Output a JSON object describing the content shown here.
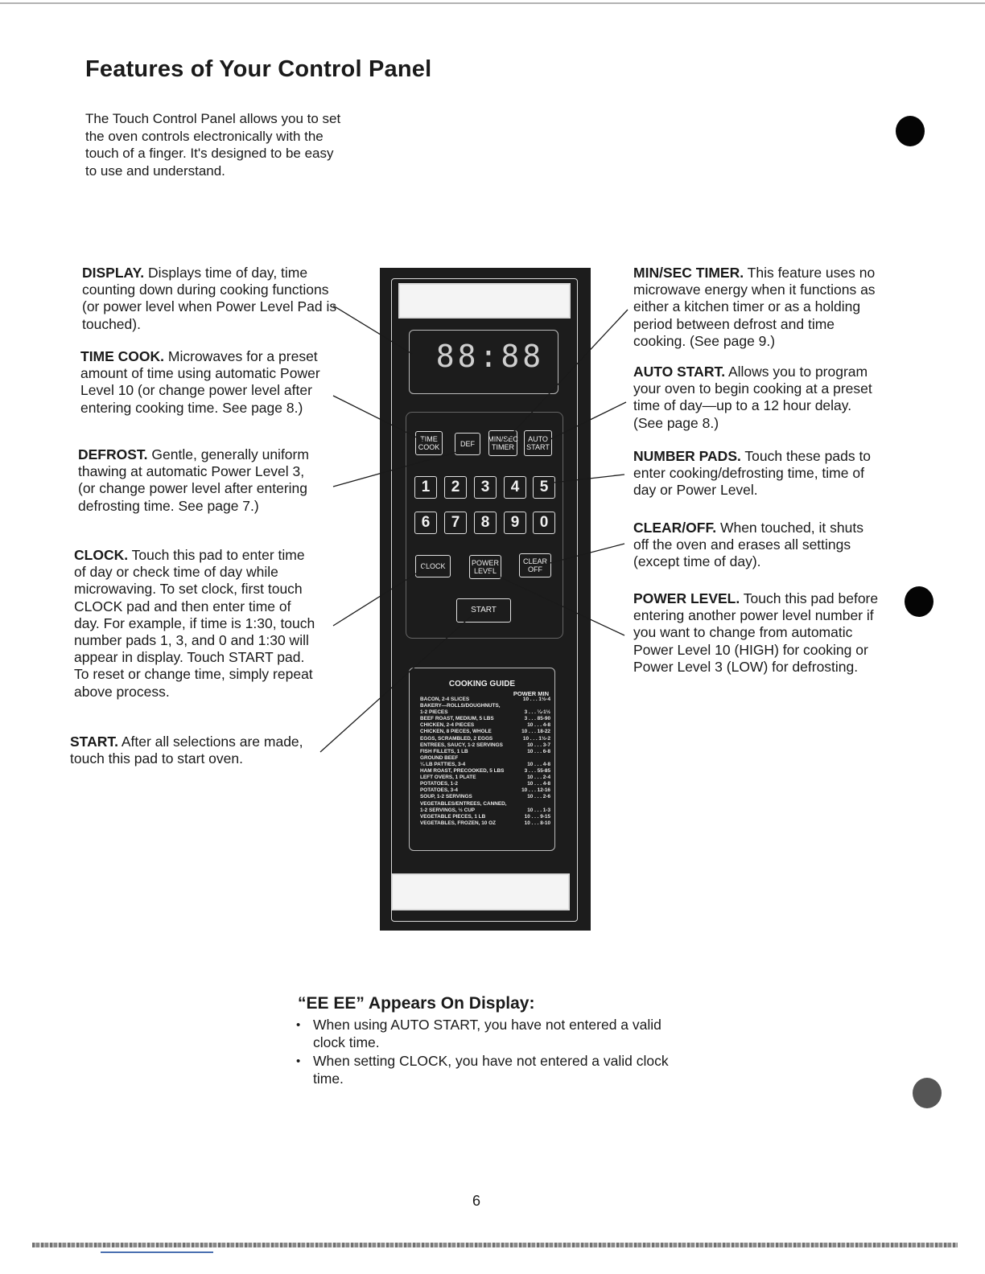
{
  "page": {
    "title": "Features of Your Control Panel",
    "intro": "The Touch Control Panel allows you to set the oven controls electronically with the touch of a finger. It's designed to be easy to use and understand.",
    "page_number": "6"
  },
  "left_callouts": [
    {
      "heading": "DISPLAY.",
      "text": "Displays time of day, time counting down during cooking functions (or power level when Power Level Pad is touched)."
    },
    {
      "heading": "TIME COOK.",
      "text": "Microwaves for a preset amount of time using automatic Power Level 10 (or change power level after entering cooking time. See page 8.)"
    },
    {
      "heading": "DEFROST.",
      "text": "Gentle, generally uniform thawing at automatic Power Level 3, (or change power level after entering defrosting time. See page 7.)"
    },
    {
      "heading": "CLOCK.",
      "text": "Touch this pad to enter time of day or check time of day while microwaving. To set clock, first touch CLOCK pad and then enter time of day. For example, if time is 1:30, touch number pads 1, 3, and 0 and 1:30 will appear in display. Touch START pad. To reset or change time, simply repeat above process."
    },
    {
      "heading": "START.",
      "text": "After all selections are made, touch this pad to start oven."
    }
  ],
  "right_callouts": [
    {
      "heading": "MIN/SEC TIMER.",
      "text": "This feature uses no microwave energy when it functions as either a kitchen timer or as a holding period between defrost and time cooking. (See page 9.)"
    },
    {
      "heading": "AUTO START.",
      "text": "Allows you to program your oven to begin cooking at a preset time of day—up to a 12 hour delay. (See page 8.)"
    },
    {
      "heading": "NUMBER PADS.",
      "text": "Touch these pads to enter cooking/defrosting time, time of day or Power Level."
    },
    {
      "heading": "CLEAR/OFF.",
      "text": "When touched, it shuts off the oven and erases all settings (except time of day)."
    },
    {
      "heading": "POWER LEVEL.",
      "text": "Touch this pad before entering another power level number if you want to change from automatic Power Level 10 (HIGH) for cooking or Power Level 3 (LOW) for defrosting."
    }
  ],
  "panel": {
    "display": "88:88",
    "function_pads": {
      "time_cook": "TIME COOK",
      "defrost": "DEF",
      "min_sec_timer": "MIN/SEC TIMER",
      "auto_start": "AUTO START"
    },
    "numbers_row1": [
      "1",
      "2",
      "3",
      "4",
      "5"
    ],
    "numbers_row2": [
      "6",
      "7",
      "8",
      "9",
      "0"
    ],
    "lower_pads": {
      "clock": "CLOCK",
      "power_level": "POWER LEVEL",
      "clear_off": "CLEAR OFF"
    },
    "start": "START",
    "cooking_guide": {
      "title": "COOKING GUIDE",
      "columns": "POWER  MIN",
      "rows": [
        [
          "BACON, 2-4 SLICES",
          "10 . . . 1½-4"
        ],
        [
          "BAKERY—ROLLS/DOUGHNUTS,",
          ""
        ],
        [
          "  1-2 PIECES",
          "3 . . . ¼-1½"
        ],
        [
          "BEEF ROAST, MEDIUM, 5 LBS",
          "3 . . . 85-90"
        ],
        [
          "CHICKEN, 2-4 PIECES",
          "10 . . . 4-8"
        ],
        [
          "CHICKEN, 8 PIECES, WHOLE",
          "10 . . . 18-22"
        ],
        [
          "EGGS, SCRAMBLED, 2 EGGS",
          "10 . . . 1½-2"
        ],
        [
          "ENTREES, SAUCY, 1-2 SERVINGS",
          "10 . . . 3-7"
        ],
        [
          "FISH FILLETS, 1 LB",
          "10 . . . 6-8"
        ],
        [
          "GROUND BEEF",
          ""
        ],
        [
          "  ¼ LB PATTIES, 3-4",
          "10 . . . 4-8"
        ],
        [
          "HAM ROAST, PRECOOKED, 5 LBS",
          "3 . . . 55-85"
        ],
        [
          "LEFT OVERS, 1 PLATE",
          "10 . . . 2-4"
        ],
        [
          "POTATOES, 1-2",
          "10 . . . 4-8"
        ],
        [
          "POTATOES, 3-4",
          "10 . . . 12-16"
        ],
        [
          "SOUP, 1-2 SERVINGS",
          "10 . . . 2-6"
        ],
        [
          "VEGETABLES/ENTREES, CANNED,",
          ""
        ],
        [
          "  1-2 SERVINGS, ½ CUP",
          "10 . . . 1-3"
        ],
        [
          "VEGETABLE PIECES, 1 LB",
          "10 . . . 9-15"
        ],
        [
          "VEGETABLES, FROZEN, 10 OZ",
          "10 . . . 8-10"
        ]
      ]
    }
  },
  "ee_section": {
    "title": "“EE EE” Appears On Display:",
    "items": [
      "When using AUTO START, you have not entered a valid clock time.",
      "When setting CLOCK, you have not entered a valid clock time."
    ]
  }
}
